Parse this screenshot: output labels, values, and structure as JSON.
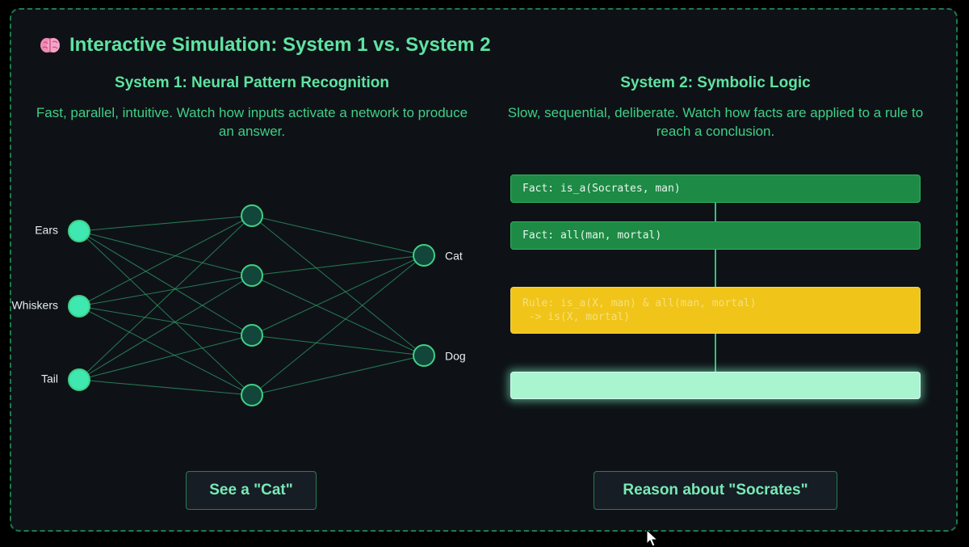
{
  "title": {
    "icon": "brain-icon",
    "text": "Interactive Simulation: System 1 vs. System 2"
  },
  "system1": {
    "heading": "System 1: Neural Pattern Recognition",
    "description": "Fast, parallel, intuitive. Watch how inputs activate a network to produce an answer.",
    "inputs": [
      "Ears",
      "Whiskers",
      "Tail"
    ],
    "outputs": [
      "Cat",
      "Dog"
    ],
    "hidden_node_count": 4,
    "button_label": "See a \"Cat\""
  },
  "system2": {
    "heading": "System 2: Symbolic Logic",
    "description": "Slow, sequential, deliberate. Watch how facts are applied to a rule to reach a conclusion.",
    "fact_1": "Fact: is_a(Socrates, man)",
    "fact_2": "Fact: all(man, mortal)",
    "rule": "Rule: is_a(X, man) & all(man, mortal)\n -> is(X, mortal)",
    "conclusion": "",
    "button_label": "Reason about \"Socrates\""
  },
  "colors": {
    "accent": "#5fe3a1",
    "fact_box": "#1d8a45",
    "rule_box": "#f0c419",
    "conclusion_box": "#a8f5d0",
    "input_node_active": "#3ee8b0",
    "node_idle": "#12463a"
  }
}
